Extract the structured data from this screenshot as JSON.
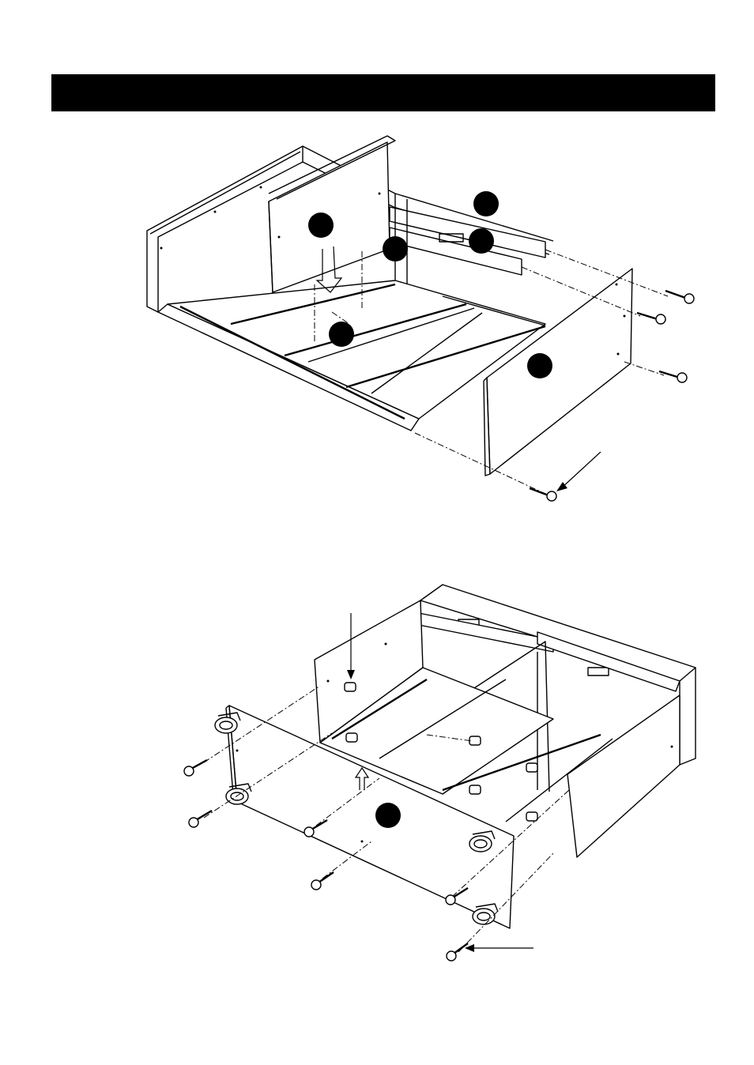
{
  "header": {
    "title": ""
  },
  "colors": {
    "banner": "#000000",
    "markers": "#000000",
    "background": "#ffffff"
  },
  "steps": [
    {
      "icons": [
        "frame-panel",
        "divider-panel",
        "side-panel",
        "screw",
        "pointer-arrow",
        "placement-arrow"
      ],
      "marker_count": 6
    },
    {
      "icons": [
        "frame-assembly",
        "bottom-panel",
        "caster-wheel",
        "screw",
        "cam-lock",
        "pointer-arrow"
      ],
      "marker_count": 1
    }
  ]
}
